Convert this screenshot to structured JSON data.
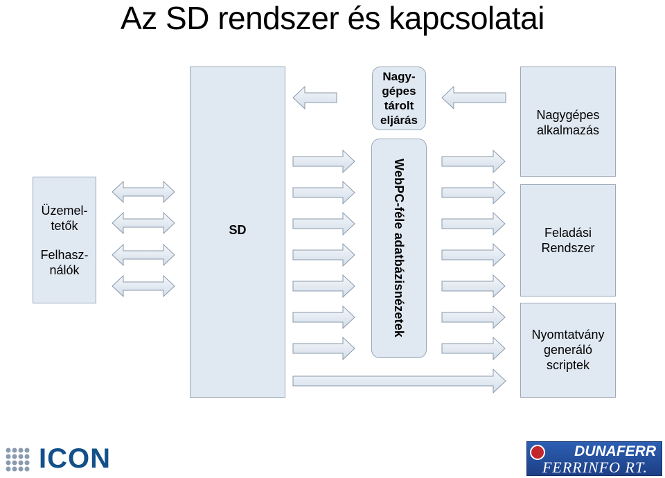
{
  "title": "Az SD rendszer és kapcsolatai",
  "boxes": {
    "users": {
      "line1": "Üzemel-",
      "line2": "tetők",
      "line3": "Felhasz-",
      "line4": "nálók"
    },
    "sd": "SD",
    "stored_proc": {
      "line1": "Nagy-",
      "line2": "gépes",
      "line3": "tárolt",
      "line4": "eljárás"
    },
    "webpc": "WebPC-féle adatbázisnézetek",
    "mainframe_app": {
      "line1": "Nagygépes",
      "line2": "alkalmazás"
    },
    "feladasi": {
      "line1": "Feladási",
      "line2": "Rendszer"
    },
    "nyomtatvany": {
      "line1": "Nyomtatvány",
      "line2": "generáló",
      "line3": "scriptek"
    }
  },
  "logos": {
    "left": "ICON",
    "right_top": "DUNAFERR",
    "right_bottom": "FERRINFO RT."
  },
  "colors": {
    "box_fill": "#e0e8f2",
    "box_border": "#9aa8b8",
    "arrow_fill": "#dde6f0",
    "arrow_stroke": "#8898aa",
    "icon_blue": "#13508a",
    "dunaferr_blue": "#2c5fb3"
  }
}
